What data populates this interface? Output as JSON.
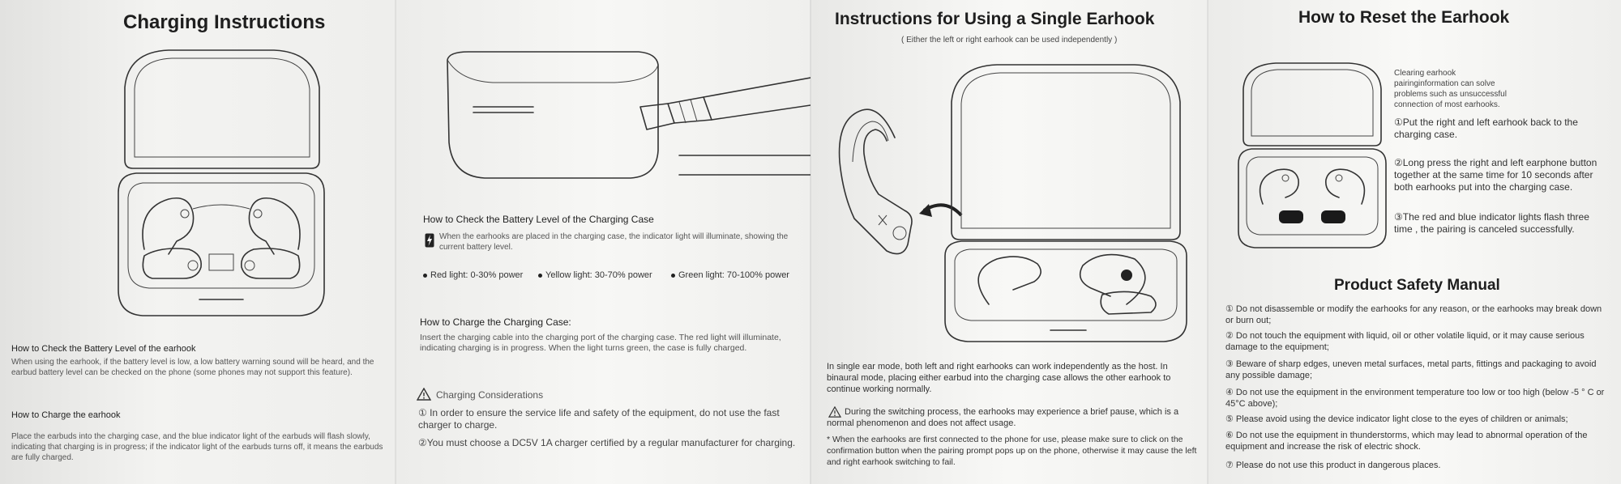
{
  "panel1": {
    "title": "Charging Instructions",
    "battery_head": "How to Check the Battery Level of the earhook",
    "battery_text": "When using the earhook, if the battery level is low, a low battery warning sound will be heard, and the earbud battery level can be checked on the phone (some phones may not support this feature).",
    "charge_head": "How to Charge the earhook",
    "charge_text": "Place the earbuds into the charging case, and the blue indicator light of the earbuds will flash slowly, indicating that charging is in progress; if the indicator light of the earbuds turns off, it means the earbuds are fully charged."
  },
  "panel2": {
    "battery_head": "How to Check the Battery Level of the Charging Case",
    "battery_text": "When the earhooks are placed in the charging case, the indicator light will illuminate, showing the current battery level.",
    "legend": [
      {
        "label": "Red light: 0-30% power"
      },
      {
        "label": "Yellow light: 30-70% power"
      },
      {
        "label": "Green light: 70-100% power"
      }
    ],
    "charge_head": "How to Charge the Charging Case:",
    "charge_text": "Insert the charging cable into the charging port of the charging case. The red light will illuminate, indicating charging is in progress. When the light turns green, the case is fully charged.",
    "considerations_head": "Charging Considerations",
    "consideration_1": "① In order to ensure the service life and safety of the equipment, do not use the fast charger to charge.",
    "consideration_2": "②You must choose a DC5V 1A charger certified by a regular manufacturer for charging."
  },
  "panel3": {
    "title": "Instructions for Using a Single Earhook",
    "subtitle": "( Either the left or right earhook can be used independently )",
    "mode_text": "In single ear mode, both left and right earhooks can work independently as the host. In binaural mode, placing either earbud into the charging case allows the other earhook to continue working normally.",
    "switch_note": "During the switching process, the earhooks may experience a brief pause, which is a normal phenomenon and does not affect usage.",
    "pair_note": "* When the earhooks are first connected to the phone for use, please make sure to click on the confirmation button when the pairing prompt pops up on the phone, otherwise it may cause the left and right earhook switching to fail."
  },
  "panel4": {
    "title": "How to Reset the Earhook",
    "intro": "Clearing earhook pairinginformation can solve problems such as unsuccessful connection of most earhooks.",
    "step_1": "①Put the right and left earhook back to the charging case.",
    "step_2": "②Long press the right and left earphone button together at the same time for 10 seconds after both earhooks put into the charging case.",
    "step_3": "③The red and blue indicator lights flash three time , the pairing is canceled successfully.",
    "safety_title": "Product Safety Manual",
    "safety": [
      "① Do not disassemble or modify the earhooks for any reason, or the earhooks may break down or burn out;",
      "② Do not touch the equipment with liquid, oil or other volatile liquid, or it may cause serious damage to the equipment;",
      "③ Beware of sharp edges, uneven metal surfaces, metal parts, fittings and packaging to avoid any possible damage;",
      "④ Do not use the equipment in the environment temperature too low or too high (below -5 ° C or 45°C above);",
      "⑤ Please avoid using the device indicator light close to the eyes of children or animals;",
      "⑥ Do not use the equipment in thunderstorms, which may lead to abnormal operation of the equipment and increase the risk of electric shock.",
      "⑦ Please do not use this product in dangerous places."
    ]
  },
  "icons": [
    "open-case-icon",
    "closed-case-cable-icon",
    "lightning-icon",
    "warning-icon",
    "earhook-arrow-icon",
    "open-case-earbuds-icon"
  ]
}
